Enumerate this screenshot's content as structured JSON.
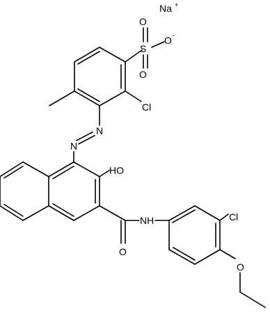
{
  "molecule": {
    "labels": {
      "na": "Na",
      "na_charge": "+",
      "s": "S",
      "o_top": "O",
      "o_anion": "O",
      "o_anion_charge": "-",
      "o_bottom": "O",
      "cl_ring": "Cl",
      "n1": "N",
      "n2": "N",
      "oh": "HO",
      "nh": "NH",
      "o_carbonyl": "O",
      "cl_aryl": "Cl",
      "o_ether": "O"
    }
  }
}
